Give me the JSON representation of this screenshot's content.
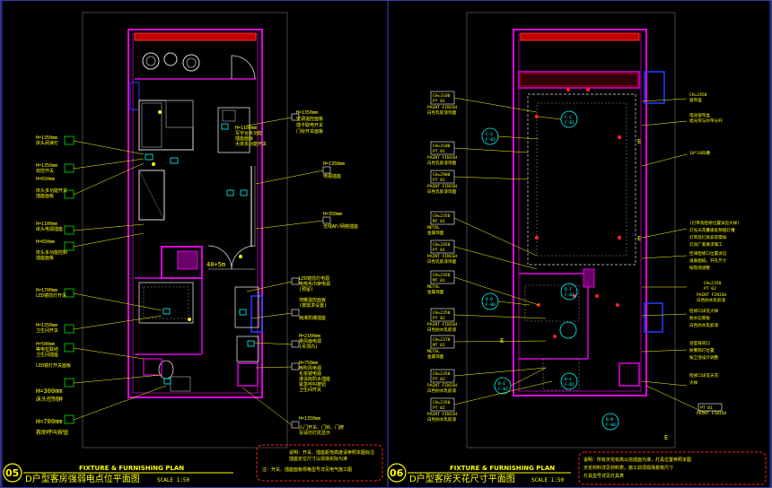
{
  "sheets": [
    {
      "number": "05",
      "heading": "FIXTURE & FURNISHING PLAN",
      "title": "D户型客房强弱电点位平面图",
      "scale": "SCALE 1:50",
      "callout_big": "H=300mm",
      "callout_big2": "H=700mm",
      "sub_big": "床头控制屏",
      "sub_big2": "救助呼叫按钮",
      "notes": [
        "说明：开关、插座距地高度请参照本图标注",
        "插座定位尺寸以现场实际为准",
        "注：开关、插座面板规格型号详见电气施工图"
      ]
    },
    {
      "number": "06",
      "heading": "FIXTURE & FURNISHING PLAN",
      "title": "D户型客房天花尺寸平面图",
      "scale": "SCALE 1:50",
      "notes": [
        "说明：所有天花标高以完成面为准，灯具位置参照本图",
        "天花材料详见材料表，施工前须现场复核尺寸",
        "灯具型号详见灯具表"
      ]
    }
  ]
}
